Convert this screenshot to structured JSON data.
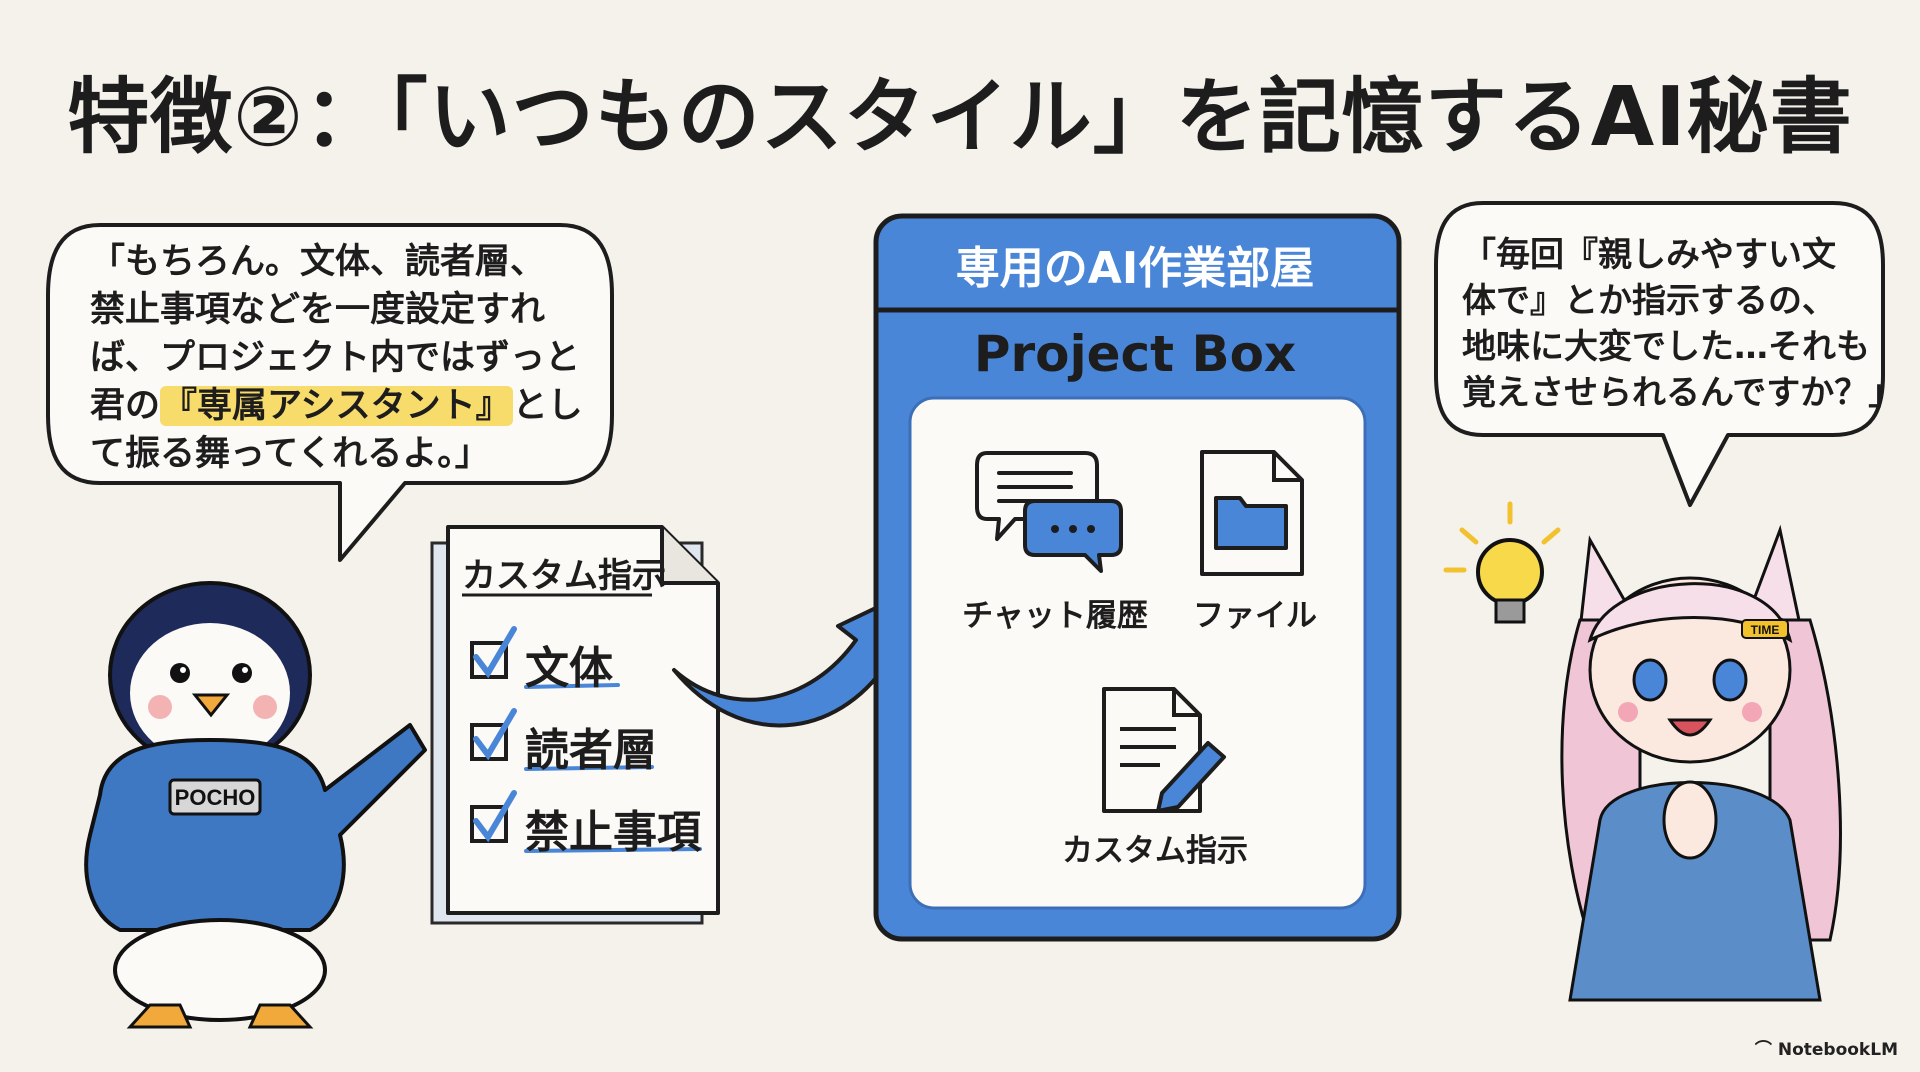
{
  "title": "特徴②：「いつものスタイル」を記憶するAI秘書",
  "left_bubble": {
    "line1": "「もちろん。文体、読者層、",
    "line2": "禁止事項などを一度設定すれ",
    "line3": "ば、プロジェクト内ではずっと",
    "line4_pre": "君の",
    "line4_highlight": "『専属アシスタント』",
    "line4_post": "とし",
    "line5": "て振る舞ってくれるよ。」"
  },
  "right_bubble": {
    "line1": "「毎回『親しみやすい文",
    "line2": "体で』とか指示するの、",
    "line3": "地味に大変でした…それも",
    "line4": "覚えさせられるんですか？」"
  },
  "custom_doc": {
    "title": "カスタム指示",
    "items": [
      "文体",
      "読者層",
      "禁止事項"
    ]
  },
  "project": {
    "header": "専用のAI作業部屋",
    "name": "Project Box",
    "items": [
      {
        "label": "チャット履歴",
        "icon": "chat-icon"
      },
      {
        "label": "ファイル",
        "icon": "folder-file-icon"
      },
      {
        "label": "カスタム指示",
        "icon": "document-pencil-icon"
      }
    ]
  },
  "penguin": {
    "badge": "POCHO"
  },
  "girl": {
    "hairclip": "TIME"
  },
  "footer": "NotebookLM",
  "colors": {
    "accent_blue": "#4a86d8",
    "dark_outline": "#1d1d1d",
    "highlight": "#f7db6b",
    "background": "#f5f2ec"
  }
}
